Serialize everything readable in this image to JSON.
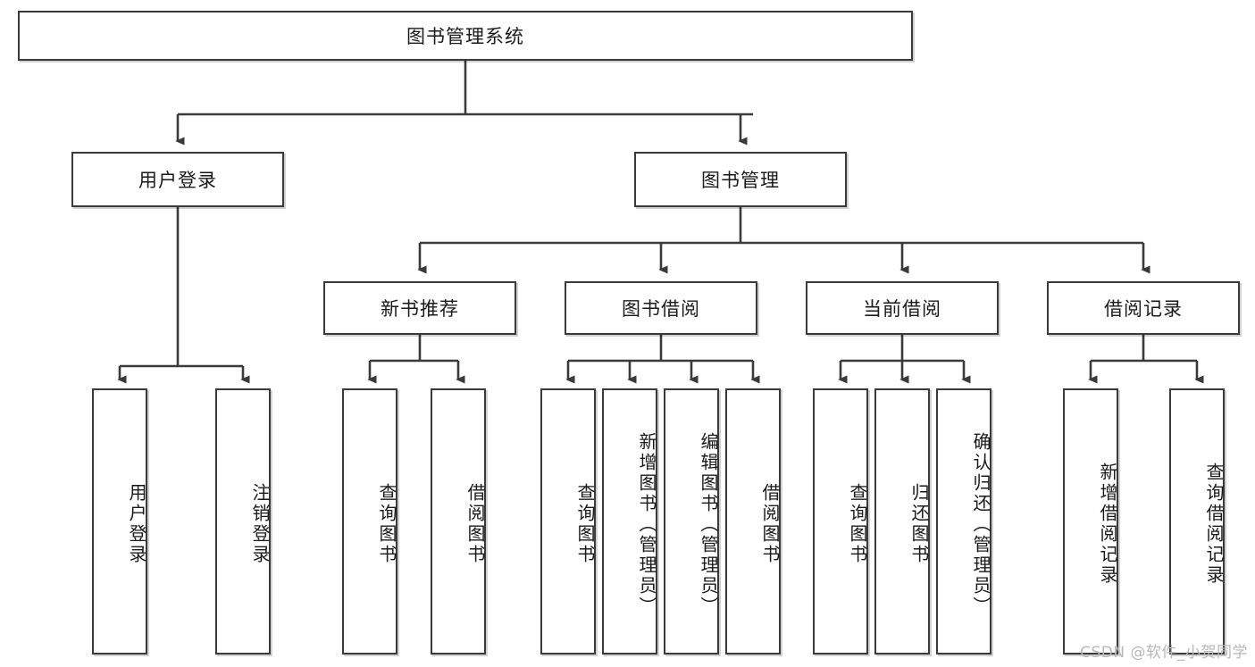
{
  "diagram": {
    "title": "图书管理系统",
    "type": "tree-hierarchy-diagram",
    "watermark": "CSDN @软件_小贺同学",
    "colors": {
      "stroke": "#3a3a3a",
      "background": "#ffffff",
      "text": "#1a1a1a",
      "watermark": "#b9b9b9"
    },
    "levels": {
      "root": {
        "label": "图书管理系统"
      },
      "level2": [
        {
          "label": "用户登录"
        },
        {
          "label": "图书管理"
        }
      ],
      "level3": [
        {
          "label": "新书推荐"
        },
        {
          "label": "图书借阅"
        },
        {
          "label": "当前借阅"
        },
        {
          "label": "借阅记录"
        }
      ],
      "leaves": {
        "user_login": [
          {
            "label": "用户登录"
          },
          {
            "label": "注销登录"
          }
        ],
        "new_book_recommend": [
          {
            "label": "查询图书"
          },
          {
            "label": "借阅图书"
          }
        ],
        "book_borrow": [
          {
            "label": "查询图书"
          },
          {
            "label": "新增图书（管理员）"
          },
          {
            "label": "编辑图书（管理员）"
          },
          {
            "label": "借阅图书"
          }
        ],
        "current_borrow": [
          {
            "label": "查询图书"
          },
          {
            "label": "归还图书"
          },
          {
            "label": "确认归还（管理员）"
          }
        ],
        "borrow_record": [
          {
            "label": "新增借阅记录"
          },
          {
            "label": "查询借阅记录"
          }
        ]
      }
    }
  }
}
